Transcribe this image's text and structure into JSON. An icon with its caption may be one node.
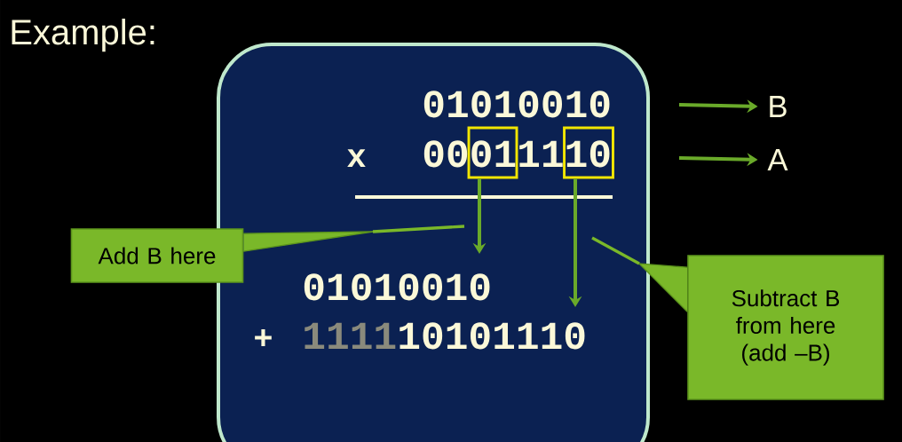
{
  "diagram": {
    "title": "Example:",
    "nodes": [
      {
        "text": [],
        "shape": "box"
      },
      {
        "text": [],
        "shape": "box",
        "in": 0
      },
      {
        "text": [],
        "shape": "box",
        "in": 0
      },
      {
        "text": [
          "Add B here"
        ]
      },
      {
        "text": [
          "Subtract B from here (add –B)"
        ]
      },
      {
        "text": [
          "B"
        ]
      },
      {
        "text": [
          "A"
        ]
      }
    ],
    "edges": [
      {
        "from": 1,
        "to": null,
        "arrow": "to"
      },
      {
        "from": 2,
        "to": null,
        "arrow": "to"
      },
      {
        "from": 3,
        "to": null,
        "arrow": "none"
      },
      {
        "from": 4,
        "to": null,
        "arrow": "none"
      },
      {
        "from": null,
        "to": 5,
        "arrow": "to"
      },
      {
        "from": null,
        "to": 6,
        "arrow": "to"
      }
    ],
    "labels": [
      "01010010",
      "x",
      "00011110",
      "01010010",
      "+",
      "1111",
      "10101110"
    ]
  }
}
